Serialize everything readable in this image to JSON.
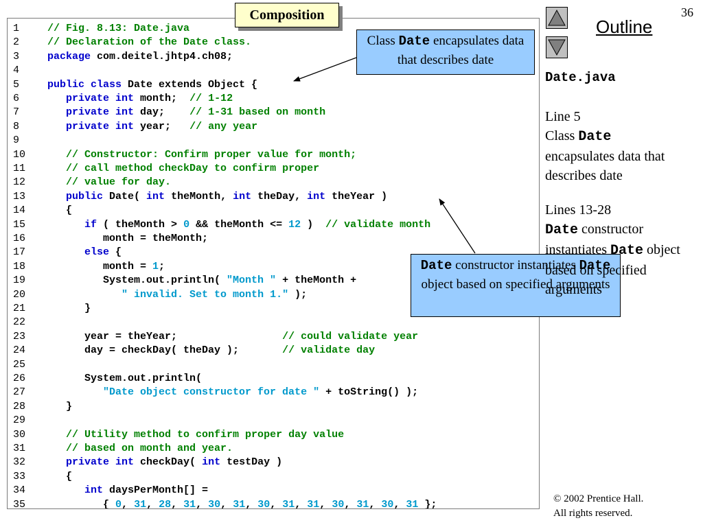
{
  "slide": {
    "title": "Composition",
    "page_number": "36",
    "outline_label": "Outline",
    "copyright_line1": "© 2002 Prentice Hall.",
    "copyright_line2": "All rights reserved."
  },
  "sidebar": {
    "file_name": "Date.java",
    "note1": {
      "heading": "Line 5",
      "pre": "Class ",
      "mono": "Date",
      "post": "encapsulates data that describes date"
    },
    "note2": {
      "heading": "Lines 13-28",
      "mono1": "Date",
      "mid": " constructor instantiates ",
      "mono2": "Date",
      "post": " object based on specified arguments"
    }
  },
  "callouts": {
    "c1": {
      "pre": "Class ",
      "mono": "Date",
      "post": " encapsulates data that describes date"
    },
    "c2": {
      "mono1": "Date",
      "mid": " constructor instantiates ",
      "mono2": "Date",
      "post": " object based on specified arguments"
    }
  },
  "code_lines": [
    {
      "n": "1",
      "t": [
        [
          "cm",
          "// Fig. 8.13: Date.java"
        ]
      ]
    },
    {
      "n": "2",
      "t": [
        [
          "cm",
          "// Declaration of the Date class."
        ]
      ]
    },
    {
      "n": "3",
      "t": [
        [
          "kw",
          "package"
        ],
        [
          "",
          " com.deitel.jhtp4.ch08;"
        ]
      ]
    },
    {
      "n": "4",
      "t": []
    },
    {
      "n": "5",
      "t": [
        [
          "kw",
          "public class"
        ],
        [
          "",
          " Date extends Object {"
        ]
      ]
    },
    {
      "n": "6",
      "t": [
        [
          "",
          "   "
        ],
        [
          "kw",
          "private int"
        ],
        [
          "",
          " month;  "
        ],
        [
          "cm",
          "// 1-12"
        ]
      ]
    },
    {
      "n": "7",
      "t": [
        [
          "",
          "   "
        ],
        [
          "kw",
          "private int"
        ],
        [
          "",
          " day;    "
        ],
        [
          "cm",
          "// 1-31 based on month"
        ]
      ]
    },
    {
      "n": "8",
      "t": [
        [
          "",
          "   "
        ],
        [
          "kw",
          "private int"
        ],
        [
          "",
          " year;   "
        ],
        [
          "cm",
          "// any year"
        ]
      ]
    },
    {
      "n": "9",
      "t": []
    },
    {
      "n": "10",
      "t": [
        [
          "",
          "   "
        ],
        [
          "cm",
          "// Constructor: Confirm proper value for month;"
        ]
      ]
    },
    {
      "n": "11",
      "t": [
        [
          "",
          "   "
        ],
        [
          "cm",
          "// call method checkDay to confirm proper"
        ]
      ]
    },
    {
      "n": "12",
      "t": [
        [
          "",
          "   "
        ],
        [
          "cm",
          "// value for day."
        ]
      ]
    },
    {
      "n": "13",
      "t": [
        [
          "",
          "   "
        ],
        [
          "kw",
          "public"
        ],
        [
          "",
          " Date( "
        ],
        [
          "kw",
          "int"
        ],
        [
          "",
          " theMonth, "
        ],
        [
          "kw",
          "int"
        ],
        [
          "",
          " theDay, "
        ],
        [
          "kw",
          "int"
        ],
        [
          "",
          " theYear )"
        ]
      ]
    },
    {
      "n": "14",
      "t": [
        [
          "",
          "   {"
        ]
      ]
    },
    {
      "n": "15",
      "t": [
        [
          "",
          "      "
        ],
        [
          "kw",
          "if"
        ],
        [
          "",
          " ( theMonth > "
        ],
        [
          "nm",
          "0"
        ],
        [
          "",
          " && theMonth <= "
        ],
        [
          "nm",
          "12"
        ],
        [
          "",
          " )  "
        ],
        [
          "cm",
          "// validate month"
        ]
      ]
    },
    {
      "n": "16",
      "t": [
        [
          "",
          "         month = theMonth;"
        ]
      ]
    },
    {
      "n": "17",
      "t": [
        [
          "",
          "      "
        ],
        [
          "kw",
          "else"
        ],
        [
          "",
          " {"
        ]
      ]
    },
    {
      "n": "18",
      "t": [
        [
          "",
          "         month = "
        ],
        [
          "nm",
          "1"
        ],
        [
          "",
          ";"
        ]
      ]
    },
    {
      "n": "19",
      "t": [
        [
          "",
          "         System.out.println( "
        ],
        [
          "st",
          "\"Month \""
        ],
        [
          "",
          " + theMonth +"
        ]
      ]
    },
    {
      "n": "20",
      "t": [
        [
          "",
          "            "
        ],
        [
          "st",
          "\" invalid. Set to month 1.\""
        ],
        [
          "",
          " );"
        ]
      ]
    },
    {
      "n": "21",
      "t": [
        [
          "",
          "      }"
        ]
      ]
    },
    {
      "n": "22",
      "t": []
    },
    {
      "n": "23",
      "t": [
        [
          "",
          "      year = theYear;                 "
        ],
        [
          "cm",
          "// could validate year"
        ]
      ]
    },
    {
      "n": "24",
      "t": [
        [
          "",
          "      day = checkDay( theDay );       "
        ],
        [
          "cm",
          "// validate day"
        ]
      ]
    },
    {
      "n": "25",
      "t": []
    },
    {
      "n": "26",
      "t": [
        [
          "",
          "      System.out.println("
        ]
      ]
    },
    {
      "n": "27",
      "t": [
        [
          "",
          "         "
        ],
        [
          "st",
          "\"Date object constructor for date \""
        ],
        [
          "",
          " + toString() );"
        ]
      ]
    },
    {
      "n": "28",
      "t": [
        [
          "",
          "   }"
        ]
      ]
    },
    {
      "n": "29",
      "t": []
    },
    {
      "n": "30",
      "t": [
        [
          "",
          "   "
        ],
        [
          "cm",
          "// Utility method to confirm proper day value"
        ]
      ]
    },
    {
      "n": "31",
      "t": [
        [
          "",
          "   "
        ],
        [
          "cm",
          "// based on month and year."
        ]
      ]
    },
    {
      "n": "32",
      "t": [
        [
          "",
          "   "
        ],
        [
          "kw",
          "private int"
        ],
        [
          "",
          " checkDay( "
        ],
        [
          "kw",
          "int"
        ],
        [
          "",
          " testDay )"
        ]
      ]
    },
    {
      "n": "33",
      "t": [
        [
          "",
          "   {"
        ]
      ]
    },
    {
      "n": "34",
      "t": [
        [
          "",
          "      "
        ],
        [
          "kw",
          "int"
        ],
        [
          "",
          " daysPerMonth[] ="
        ]
      ]
    },
    {
      "n": "35",
      "t": [
        [
          "",
          "         { "
        ],
        [
          "nm",
          "0"
        ],
        [
          "",
          ", "
        ],
        [
          "nm",
          "31"
        ],
        [
          "",
          ", "
        ],
        [
          "nm",
          "28"
        ],
        [
          "",
          ", "
        ],
        [
          "nm",
          "31"
        ],
        [
          "",
          ", "
        ],
        [
          "nm",
          "30"
        ],
        [
          "",
          ", "
        ],
        [
          "nm",
          "31"
        ],
        [
          "",
          ", "
        ],
        [
          "nm",
          "30"
        ],
        [
          "",
          ", "
        ],
        [
          "nm",
          "31"
        ],
        [
          "",
          ", "
        ],
        [
          "nm",
          "31"
        ],
        [
          "",
          ", "
        ],
        [
          "nm",
          "30"
        ],
        [
          "",
          ", "
        ],
        [
          "nm",
          "31"
        ],
        [
          "",
          ", "
        ],
        [
          "nm",
          "30"
        ],
        [
          "",
          ", "
        ],
        [
          "nm",
          "31"
        ],
        [
          "",
          " };"
        ]
      ]
    }
  ],
  "colors": {
    "keyword": "#0000cc",
    "comment": "#008000",
    "literal": "#0099cc",
    "callout_bg": "#99ccff",
    "title_bg": "#ffffcc"
  },
  "icons": {
    "nav_up": "triangle-up-icon",
    "nav_down": "triangle-down-icon"
  }
}
